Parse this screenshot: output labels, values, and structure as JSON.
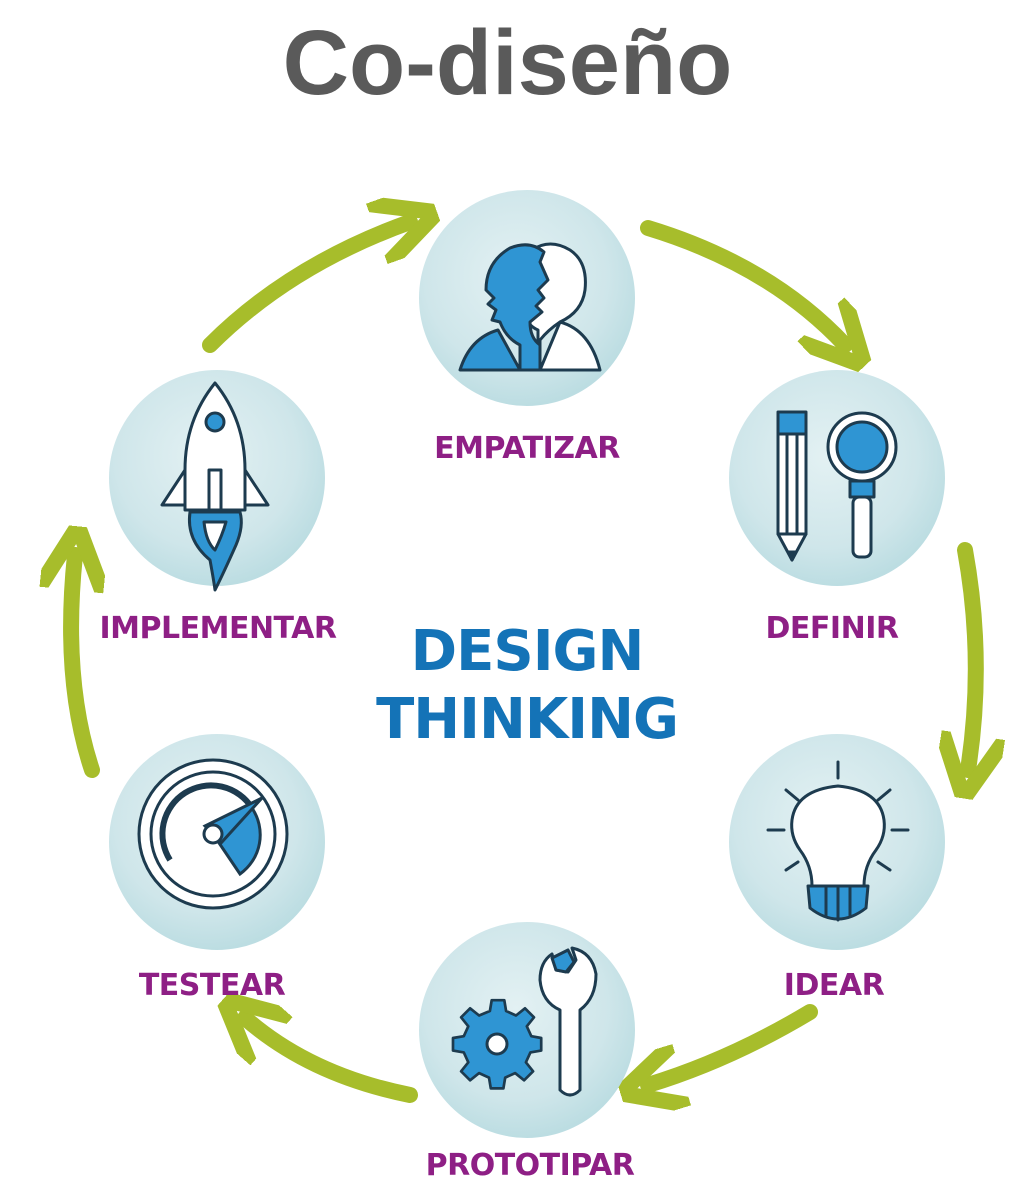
{
  "title": "Co-diseño",
  "center": {
    "line1": "DESIGN",
    "line2": "THINKING"
  },
  "stages": [
    {
      "label": "EMPATIZAR",
      "icon": "heads-icon"
    },
    {
      "label": "DEFINIR",
      "icon": "pencil-magnifier-icon"
    },
    {
      "label": "IDEAR",
      "icon": "lightbulb-icon"
    },
    {
      "label": "PROTOTIPAR",
      "icon": "gear-wrench-icon"
    },
    {
      "label": "TESTEAR",
      "icon": "gauge-icon"
    },
    {
      "label": "IMPLEMENTAR",
      "icon": "rocket-icon"
    }
  ],
  "colors": {
    "title": "#5a5a5a",
    "stage_label": "#8e1f85",
    "center_label": "#1473b7",
    "arrow": "#a7bd2b",
    "circle": "#cfe8eb",
    "icon_fill": "#2f95d3",
    "icon_stroke": "#1d3b4f"
  }
}
